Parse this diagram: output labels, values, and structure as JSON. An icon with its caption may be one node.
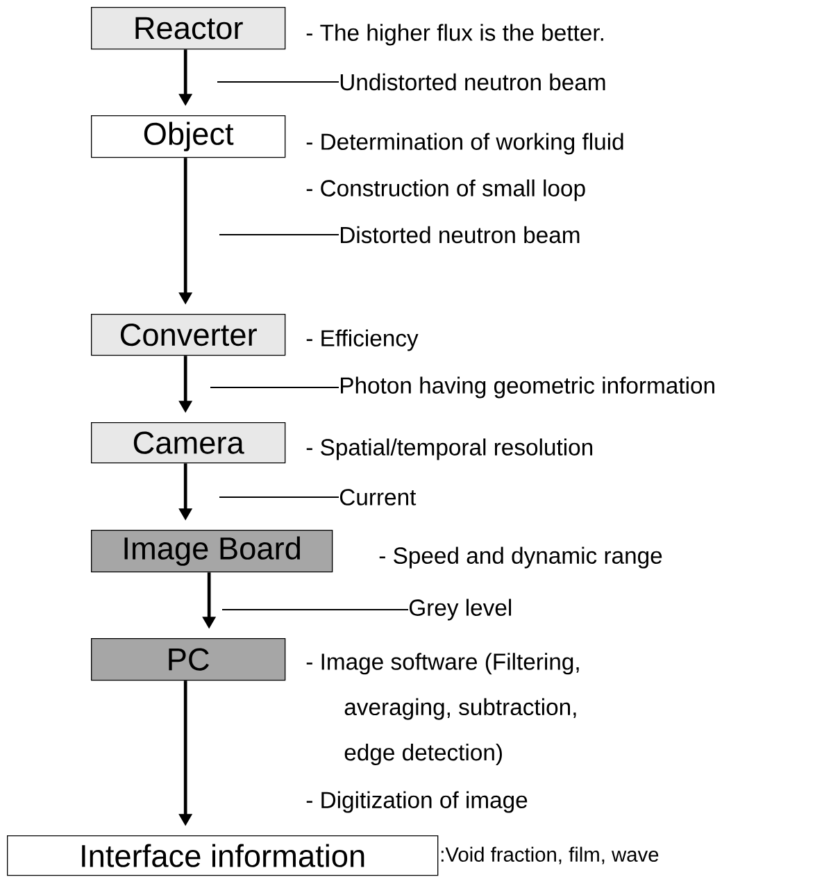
{
  "diagram": {
    "nodes": [
      {
        "text": [
          "Reactor"
        ],
        "beside": [
          "- The higher flux is the better."
        ]
      },
      {
        "text": [
          "Object"
        ],
        "beside": [
          "- Determination of working fluid",
          "- Construction of small loop"
        ]
      },
      {
        "text": [
          "Converter"
        ],
        "beside": [
          "- Efficiency"
        ]
      },
      {
        "text": [
          "Camera"
        ],
        "beside": [
          "- Spatial/temporal resolution"
        ]
      },
      {
        "text": [
          "Image Board"
        ]
      },
      {
        "text": [
          "PC"
        ],
        "beside": [
          "- Image software (Filtering, averaging, subtraction, edge detection)"
        ]
      },
      {
        "text": [
          "Interface information"
        ],
        "beside": [
          ":Void fraction, film, wave"
        ]
      },
      {
        "text": [
          "Undistorted neutron beam"
        ]
      },
      {
        "text": [
          "Distorted neutron beam"
        ]
      },
      {
        "text": [
          "Photon having geometric information"
        ]
      },
      {
        "text": [
          "Current"
        ]
      },
      {
        "text": [
          "Grey level"
        ]
      }
    ],
    "edges": [
      {
        "from": 0,
        "to": 1,
        "arrow": "to"
      },
      {
        "from": 1,
        "to": 2,
        "arrow": "to"
      },
      {
        "from": 2,
        "to": 3,
        "arrow": "to"
      },
      {
        "from": 3,
        "to": 4,
        "arrow": "to"
      },
      {
        "from": 4,
        "to": 5,
        "arrow": "to"
      },
      {
        "from": 5,
        "to": 6,
        "arrow": "to"
      },
      {
        "from": 7,
        "to": null,
        "arrow": "none"
      },
      {
        "from": 8,
        "to": null,
        "arrow": "none"
      },
      {
        "from": 9,
        "to": null,
        "arrow": "none"
      },
      {
        "from": 10,
        "to": null,
        "arrow": "none"
      },
      {
        "from": 11,
        "to": null,
        "arrow": "none"
      }
    ],
    "labels": [
      "- Speed and dynamic range",
      "- Digitization of image"
    ]
  }
}
